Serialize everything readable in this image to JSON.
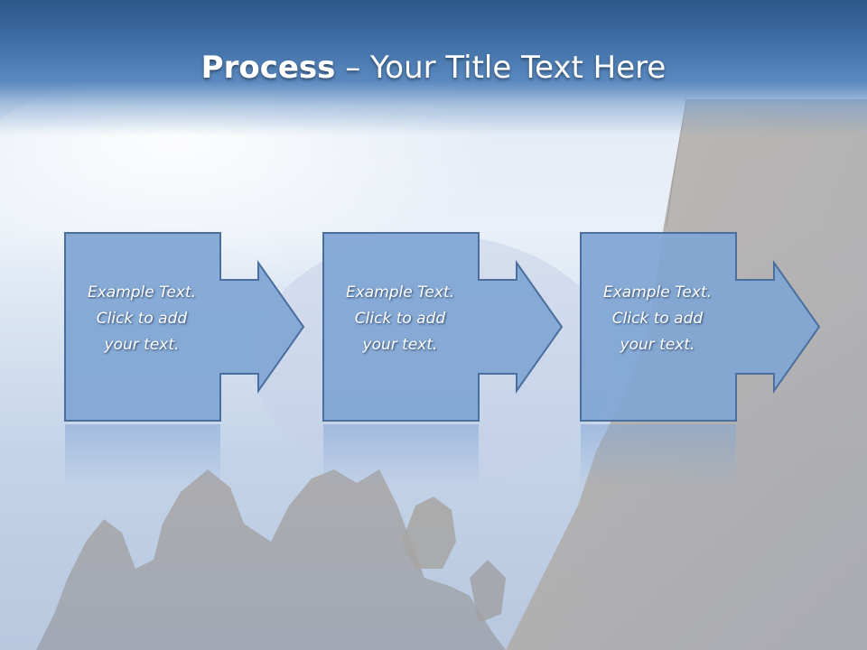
{
  "title": {
    "bold": "Process",
    "dash": " – ",
    "rest": "Your Title Text Here"
  },
  "steps": [
    {
      "line1": "Example Text.",
      "line2": "Click  to add",
      "line3": "your text."
    },
    {
      "line1": "Example Text.",
      "line2": "Click  to add",
      "line3": "your text."
    },
    {
      "line1": "Example Text.",
      "line2": "Click  to add",
      "line3": "your text."
    }
  ],
  "colors": {
    "title_band": "#3a6aa3",
    "shape_fill": "#82a6d4",
    "shape_stroke": "#4a6f9e",
    "text": "#ffffff"
  }
}
